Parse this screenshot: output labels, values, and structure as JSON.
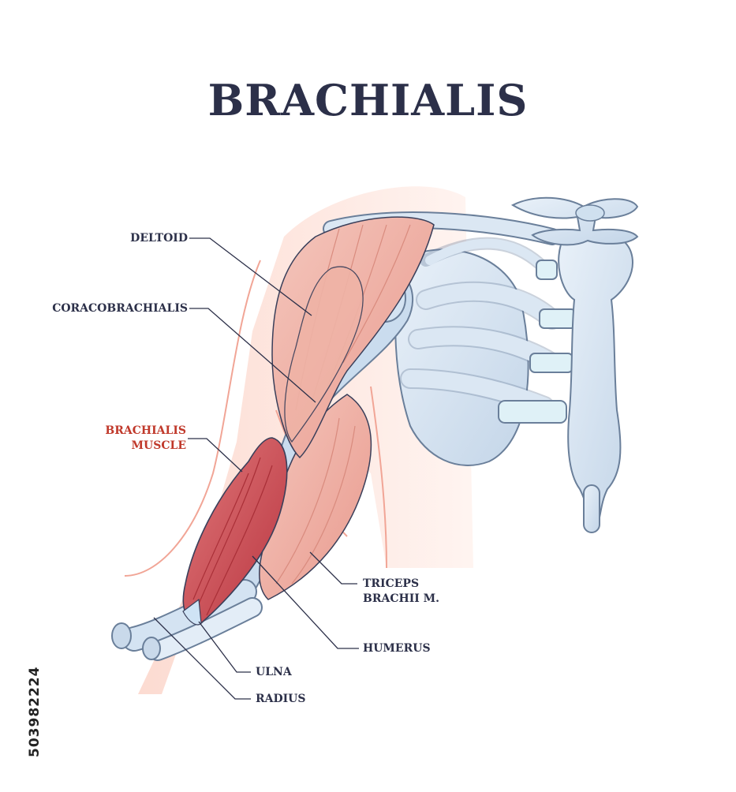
{
  "title": "BRACHIALIS",
  "labels": {
    "deltoid": "DELTOID",
    "coracobrachialis": "CORACOBRACHIALIS",
    "brachialis_line1": "BRACHIALIS",
    "brachialis_line2": "MUSCLE",
    "triceps_line1": "TRICEPS",
    "triceps_line2": "BRACHII M.",
    "humerus": "HUMERUS",
    "ulna": "ULNA",
    "radius": "RADIUS"
  },
  "stock_id": "503982224",
  "colors": {
    "title": "#2c3049",
    "accent_label": "#c0392b",
    "muscle_light": "#eeb0a3",
    "muscle_dark": "#c8454b",
    "bone": "#d6e4f2",
    "skin": "#fbe6df"
  }
}
